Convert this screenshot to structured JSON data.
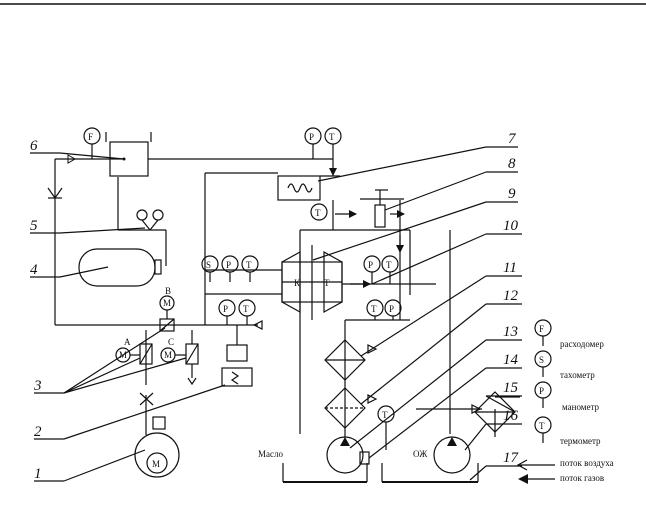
{
  "diagram": {
    "colors": {
      "line": "#111111",
      "background": "#ffffff"
    },
    "callout_numbers": [
      "1",
      "2",
      "3",
      "4",
      "5",
      "6",
      "7",
      "8",
      "9",
      "10",
      "11",
      "12",
      "13",
      "14",
      "15",
      "16",
      "17"
    ],
    "valve_labels": {
      "a": "A",
      "b": "B",
      "c": "C"
    },
    "machine_labels": {
      "compressor": "К",
      "turbine": "Т"
    },
    "tank_labels": {
      "oil": "Масло",
      "coolant": "ОЖ"
    },
    "motor_label": "M",
    "legend": [
      {
        "symbol": "F",
        "text": "расходомер"
      },
      {
        "symbol": "S",
        "text": "тахометр"
      },
      {
        "symbol": "P",
        "text": "манометр"
      },
      {
        "symbol": "T",
        "text": "термометр"
      }
    ],
    "flow_legend": {
      "air": "поток воздуха",
      "gas": "поток газов"
    }
  }
}
